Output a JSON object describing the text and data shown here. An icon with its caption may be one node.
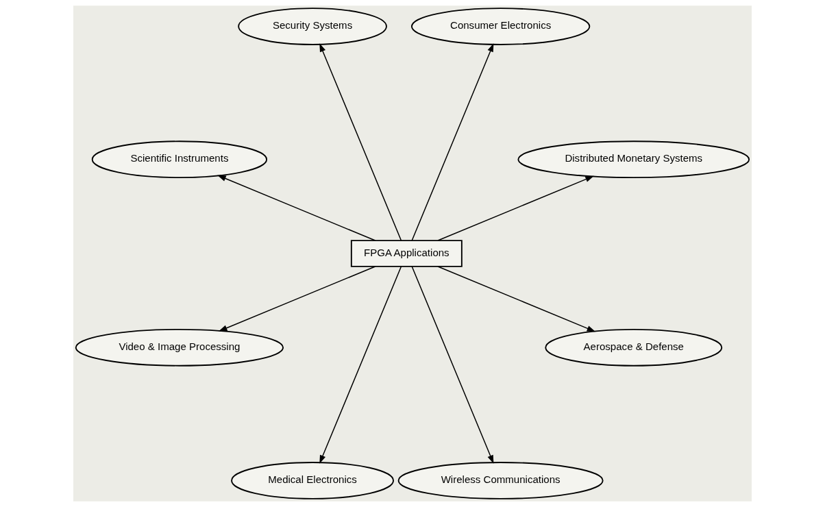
{
  "diagram": {
    "nodes": [
      {
        "text": [
          "FPGA Applications"
        ]
      },
      {
        "text": [
          "Distributed Monetary Systems"
        ]
      },
      {
        "text": [
          "Consumer Electronics"
        ]
      },
      {
        "text": [
          "Security Systems"
        ]
      },
      {
        "text": [
          "Scientific Instruments"
        ]
      },
      {
        "text": [
          "Video & Image Processing"
        ]
      },
      {
        "text": [
          "Medical Electronics"
        ]
      },
      {
        "text": [
          "Wireless Communications"
        ]
      },
      {
        "text": [
          "Aerospace & Defense"
        ]
      }
    ],
    "edges": [
      {
        "from": 0,
        "to": 1,
        "arrow": "to"
      },
      {
        "from": 0,
        "to": 2,
        "arrow": "to"
      },
      {
        "from": 0,
        "to": 3,
        "arrow": "to"
      },
      {
        "from": 0,
        "to": 4,
        "arrow": "to"
      },
      {
        "from": 0,
        "to": 5,
        "arrow": "to"
      },
      {
        "from": 0,
        "to": 6,
        "arrow": "to"
      },
      {
        "from": 0,
        "to": 7,
        "arrow": "to"
      },
      {
        "from": 0,
        "to": 8,
        "arrow": "to"
      }
    ]
  }
}
